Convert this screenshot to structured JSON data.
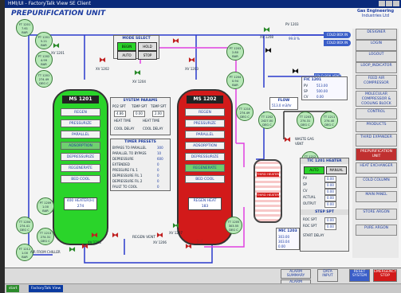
{
  "window": {
    "title": "HMI/UI - FactoryTalk View SE Client"
  },
  "page": {
    "title": "PREPURIFICATION UNIT"
  },
  "logo": {
    "line1": "Gas Engineering",
    "line2": "Industries Ltd"
  },
  "nav": {
    "items": [
      "DESIGNER",
      "LOGIN",
      "LOGOUT",
      "LOOP_INDICATOR",
      "FEED AIR COMPRESSOR",
      "MOLECULAR COMPRESSOR & COOLING BLOCK",
      "CONTROL",
      "PRODUCTS",
      "THIRD EXPANDER",
      "PREPURIFICATION UNIT",
      "HEAT EXCHANGER",
      "COLD COLUMN",
      "MAIN PANEL",
      "STORE ARGON",
      "PURE ARGON"
    ],
    "selected": "PREPURIFICATION UNIT"
  },
  "vessels": {
    "left": {
      "title": "MS 1201",
      "rows": [
        "REGEN",
        "PRESSURIZE",
        "PARALLEL",
        "ADSORPTION",
        "DEPRESSURIZE",
        "REGENERATE",
        "BED COOL"
      ],
      "active": "ADSORPTION",
      "value_label": "400 HEATER(H)",
      "value": "274"
    },
    "right": {
      "title": "MS 1202",
      "rows": [
        "REGEN",
        "PRESSURIZE",
        "PARALLEL",
        "ADSORPTION",
        "DEPRESSURIZE",
        "REGENERATE",
        "BED COOL"
      ],
      "active": "REGENERATE",
      "value_label": "REGEN HEAT",
      "value": "183"
    }
  },
  "mode_select": {
    "title": "MODE SELECT",
    "btn1": "BEGIN",
    "btn2": "HOLD",
    "btn3": "AUTO",
    "btn4": "STOP"
  },
  "system_params": {
    "title": "SYSTEM PARAMS",
    "cols": [
      "PO2 SPT",
      "TEMP SPT",
      "TEMP SPT"
    ],
    "vals": [
      "4.86",
      "0.00",
      "2.00"
    ],
    "row2": [
      "HEAT TIME",
      "HEAT TIME"
    ],
    "row3": [
      "COOL DELAY",
      "COOL DELAY"
    ]
  },
  "timer_preset": {
    "title": "TIMER PRESETS",
    "rows": [
      {
        "label": "BYPASS TO PARALLEL",
        "value": "300"
      },
      {
        "label": "PARALLEL TO BYPASS",
        "value": "10"
      },
      {
        "label": "DEPRESSURE",
        "value": "600"
      },
      {
        "label": "EXTENDED",
        "value": "0"
      },
      {
        "label": "PRESSURE FIL 1",
        "value": "0"
      },
      {
        "label": "DEPRESSURE FIL 1",
        "value": "0"
      },
      {
        "label": "DEPRESSURE FIL 2",
        "value": "0"
      },
      {
        "label": "FAULT TO COOL",
        "value": "0"
      }
    ]
  },
  "gauges": [
    {
      "tag": "FT 1201",
      "value": "7.61",
      "unit": "BAR"
    },
    {
      "tag": "PT 1201",
      "value": "5.21",
      "unit": "BAR"
    },
    {
      "tag": "PT 1202",
      "value": "4.99",
      "unit": "BAR"
    },
    {
      "tag": "TT 1201",
      "value": "274.49",
      "unit": "DEG C"
    },
    {
      "tag": "PT 1203",
      "value": "2.80",
      "unit": "BAR"
    },
    {
      "tag": "PT 1204",
      "value": "0.94",
      "unit": "BAR"
    },
    {
      "tag": "TT 1210",
      "value": "274.49",
      "unit": "DEG C"
    },
    {
      "tag": "TT 1202",
      "value": "2427.00",
      "unit": "DEG C"
    },
    {
      "tag": "TT 1203",
      "value": "274.31",
      "unit": "DEG C"
    },
    {
      "tag": "TT 1211",
      "value": "274.40",
      "unit": "DEG C"
    },
    {
      "tag": "TT 1204",
      "value": "274.41",
      "unit": "DEG C"
    },
    {
      "tag": "TT 1205",
      "value": "303.55",
      "unit": "DEG C"
    },
    {
      "tag": "PT 1209",
      "value": "1.00",
      "unit": "BAR"
    },
    {
      "tag": "TT 1212",
      "value": "1.01",
      "unit": "DEG C"
    },
    {
      "tag": "FT 1212",
      "value": "1.00",
      "unit": "BAR"
    },
    {
      "tag": "TT 1213",
      "value": "274.31",
      "unit": "DEG C"
    }
  ],
  "fic": {
    "title": "FIC 1201",
    "pv": "513.00",
    "sp": "500.00",
    "cv": "0.00"
  },
  "flow": {
    "title": "FLOW",
    "value": "513.0 m3/hr"
  },
  "waste_gas": {
    "label": "WASTE GAS VENT"
  },
  "heater": {
    "label": "THIRD HEATER",
    "label2": "THIRD HEATER"
  },
  "vent": {
    "label": "REGEN VENT"
  },
  "destinations": {
    "d1": "COLD BOX IN",
    "d2": "COLD BOX VENT",
    "d3": "COLD BOX IN"
  },
  "tic": {
    "title": "TIC 1201 HEATER",
    "mode1": "AUTO",
    "mode2": "MANUAL",
    "rows": [
      {
        "label": "PV",
        "value": "0.00"
      },
      {
        "label": "SP",
        "value": "0.00"
      },
      {
        "label": "CV",
        "value": "0.00"
      },
      {
        "label": "ACTUAL",
        "value": "0.00"
      },
      {
        "label": "OUTPUT",
        "value": "0.00"
      }
    ],
    "step": "STEP SPT",
    "step_rows": [
      {
        "label": "ROC SPT",
        "value": "0.00"
      },
      {
        "label": "ROC SPT",
        "value": "0.00"
      }
    ],
    "start": "START DELAY"
  },
  "mic": {
    "title": "MIC 1203",
    "pv": "303.00",
    "sp": "303.04",
    "cv": "0.00"
  },
  "pv_12": {
    "label": "PV 1203",
    "value": "99.8 %"
  },
  "air_label": "AIR FROM CHILLER",
  "valve_labels": {
    "v1": "XV 1201",
    "v2": "XV 1202",
    "v3": "XV 1203",
    "v4": "XV 1204",
    "v5": "XV 1205",
    "v6": "XV 1206",
    "v7": "XV 1207",
    "v8": "XV 1208"
  },
  "bottom": {
    "alarm_summary": "ALARM SUMMARY",
    "alarm_history": "ALARM HISTORY",
    "data": "DATA INPUT",
    "reset": "RESET SYSTEM",
    "red_btn": "EMERGENCY STOP"
  },
  "taskbar": {
    "start": "start",
    "task1": "FactoryTalk View"
  }
}
